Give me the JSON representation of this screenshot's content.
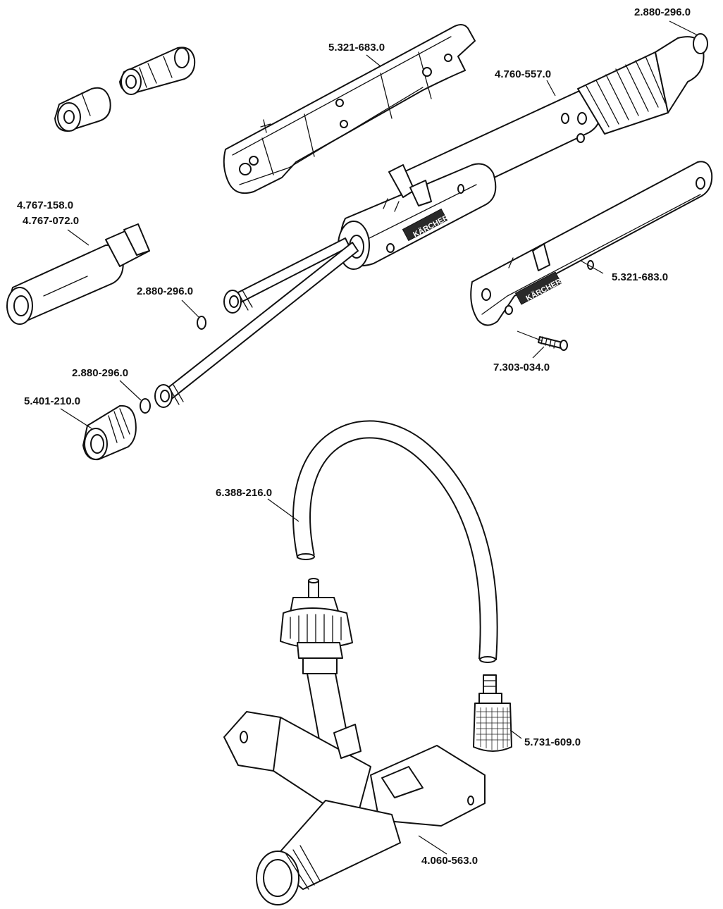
{
  "brand": {
    "logo_text": "KÄRCHER"
  },
  "labels": [
    {
      "id": "oring-top",
      "text": "2.880-296.0"
    },
    {
      "id": "handle-half-top",
      "text": "5.321-683.0"
    },
    {
      "id": "lance-body",
      "text": "4.760-557.0"
    },
    {
      "id": "nozzle-bold",
      "text": "4.767-158.0"
    },
    {
      "id": "nozzle",
      "text": "4.767-072.0"
    },
    {
      "id": "oring-mid",
      "text": "2.880-296.0"
    },
    {
      "id": "handle-half-bottom",
      "text": "5.321-683.0"
    },
    {
      "id": "oring-low",
      "text": "2.880-296.0"
    },
    {
      "id": "nozzle-cap",
      "text": "5.401-210.0"
    },
    {
      "id": "screw",
      "text": "7.303-034.0"
    },
    {
      "id": "hose",
      "text": "6.388-216.0"
    },
    {
      "id": "filter",
      "text": "5.731-609.0"
    },
    {
      "id": "injector-body",
      "text": "4.060-563.0"
    }
  ]
}
